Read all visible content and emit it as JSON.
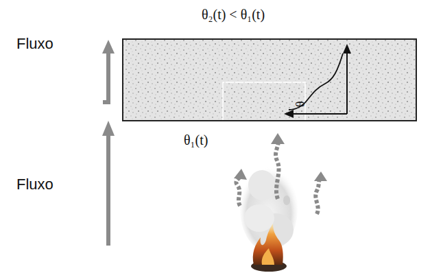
{
  "diagram": {
    "nodes": [
      {
        "text": [
          "θ₂(t) < θ₁(t)",
          "θ"
        ]
      }
    ],
    "labels": [
      "Fluxo",
      "Fluxo",
      "θ₁(t)"
    ]
  }
}
